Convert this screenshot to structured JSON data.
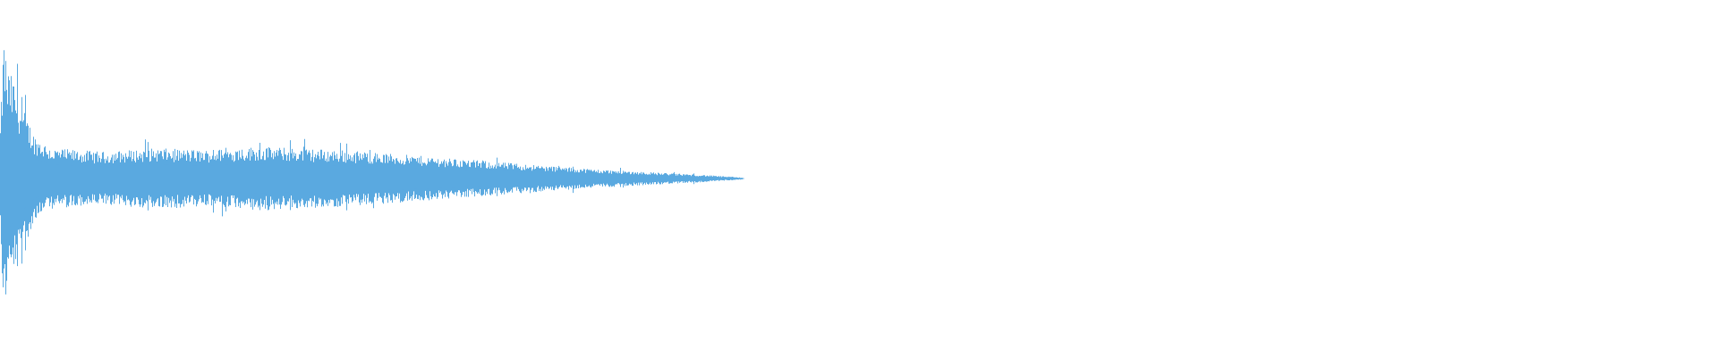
{
  "waveform": {
    "color": "#5aa9e0",
    "background": "#ffffff",
    "played_fraction": 0,
    "envelope": [
      {
        "t": 0.0,
        "a": 0.3
      },
      {
        "t": 0.002,
        "a": 0.8
      },
      {
        "t": 0.004,
        "a": 0.62
      },
      {
        "t": 0.008,
        "a": 0.55
      },
      {
        "t": 0.012,
        "a": 0.42
      },
      {
        "t": 0.02,
        "a": 0.24
      },
      {
        "t": 0.03,
        "a": 0.17
      },
      {
        "t": 0.06,
        "a": 0.15
      },
      {
        "t": 0.09,
        "a": 0.17
      },
      {
        "t": 0.12,
        "a": 0.16
      },
      {
        "t": 0.15,
        "a": 0.18
      },
      {
        "t": 0.2,
        "a": 0.16
      },
      {
        "t": 0.24,
        "a": 0.13
      },
      {
        "t": 0.28,
        "a": 0.1
      },
      {
        "t": 0.32,
        "a": 0.07
      },
      {
        "t": 0.35,
        "a": 0.05
      },
      {
        "t": 0.38,
        "a": 0.035
      },
      {
        "t": 0.41,
        "a": 0.02
      },
      {
        "t": 0.432,
        "a": 0.005
      },
      {
        "t": 0.433,
        "a": 0.0
      },
      {
        "t": 1.0,
        "a": 0.0
      }
    ]
  }
}
